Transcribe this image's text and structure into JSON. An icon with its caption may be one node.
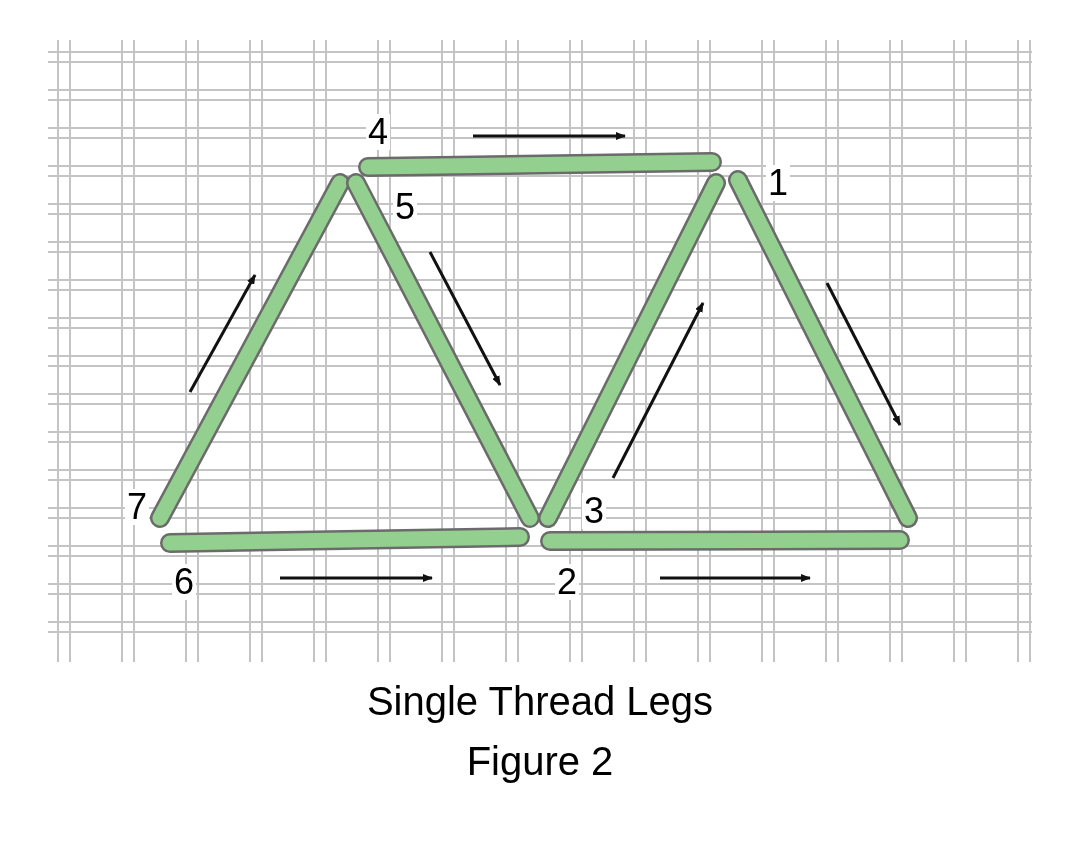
{
  "diagram": {
    "title": "Single Thread Legs",
    "caption": "Figure 2",
    "labels": [
      "4",
      "5",
      "1",
      "7",
      "3",
      "6",
      "2"
    ]
  }
}
